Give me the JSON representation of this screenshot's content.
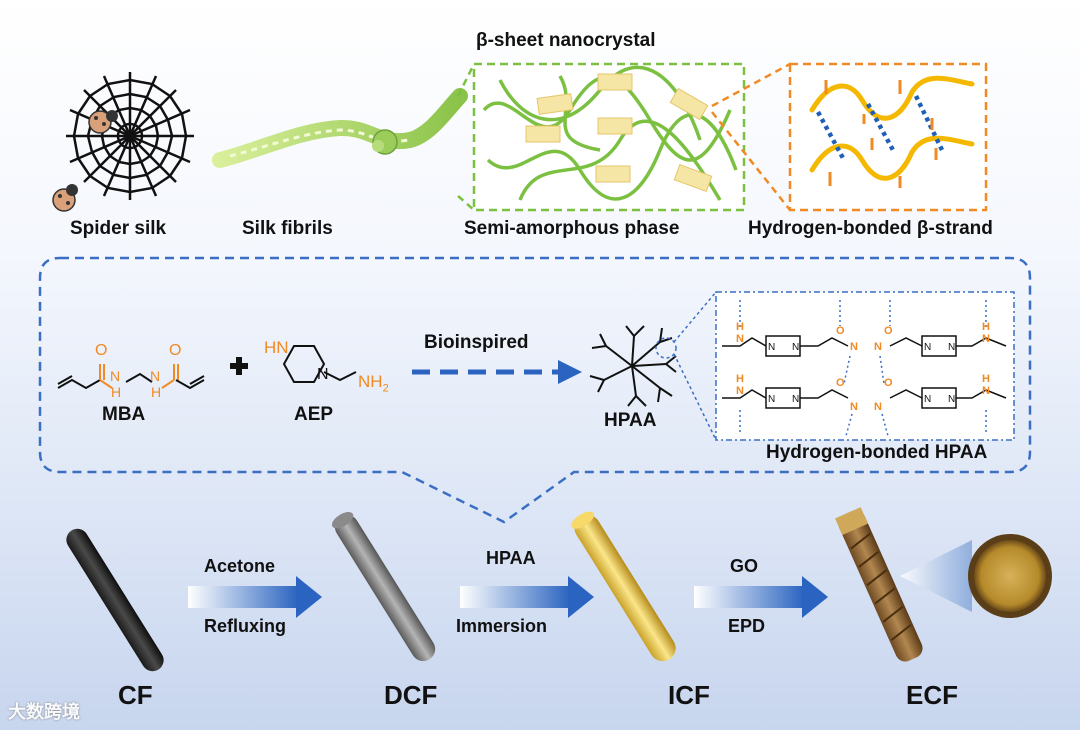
{
  "top": {
    "header": "β-sheet nanocrystal",
    "spider_silk": "Spider silk",
    "silk_fibrils": "Silk fibrils",
    "semi_amorphous": "Semi-amorphous phase",
    "h_bonded_strand": "Hydrogen-bonded β-strand"
  },
  "middle": {
    "mba": "MBA",
    "aep": "AEP",
    "arrow_label": "Bioinspired",
    "hpaa": "HPAA",
    "h_bonded_hpaa": "Hydrogen-bonded HPAA",
    "aep_hn": "HN",
    "aep_n": "N",
    "aep_nh2": "NH",
    "aep_sub": "2",
    "mba_o1": "O",
    "mba_o2": "O",
    "mba_h1": "H",
    "mba_n1": "N",
    "mba_h2": "H",
    "mba_n2": "N"
  },
  "bottom": {
    "cf": "CF",
    "dcf": "DCF",
    "icf": "ICF",
    "ecf": "ECF",
    "step1_top": "Acetone",
    "step1_bottom": "Refluxing",
    "step2_top": "HPAA",
    "step2_bottom": "Immersion",
    "step3_top": "GO",
    "step3_bottom": "EPD"
  },
  "watermark": "大数跨境",
  "colors": {
    "orange": "#f08a24",
    "blue": "#2a64c0",
    "green": "#7cc041",
    "dashed_blue": "#3a6fc4"
  }
}
